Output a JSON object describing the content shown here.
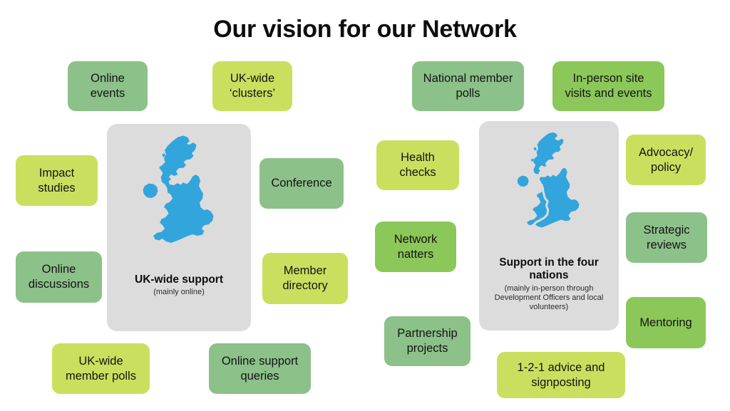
{
  "slide": {
    "title": "Our vision for our Network",
    "background": "#ffffff"
  },
  "colors": {
    "sage_green": "#8cc189",
    "apple_green": "#8cc759",
    "lime_green": "#cbdf5f",
    "panel_grey": "#dcdcdc",
    "map_blue": "#33a5dd",
    "text_dark": "#141414"
  },
  "hubs": [
    {
      "id": "uk-wide-support",
      "title": "UK-wide support",
      "subtitle": "(mainly online)",
      "map": "uk-outline-solid"
    },
    {
      "id": "four-nations-support",
      "title": "Support in the four nations",
      "subtitle": "(mainly in-person through Development Officers and local volunteers)",
      "map": "uk-outline-four-nations"
    }
  ],
  "left_group": {
    "chips": [
      {
        "label": "Online events",
        "color": "sage_green"
      },
      {
        "label": "UK-wide ‘clusters’",
        "color": "lime_green"
      },
      {
        "label": "Impact studies",
        "color": "lime_green"
      },
      {
        "label": "Conference",
        "color": "sage_green"
      },
      {
        "label": "Online discussions",
        "color": "sage_green"
      },
      {
        "label": "Member directory",
        "color": "lime_green"
      },
      {
        "label": "UK-wide member polls",
        "color": "lime_green"
      },
      {
        "label": "Online support queries",
        "color": "sage_green"
      }
    ]
  },
  "right_group": {
    "chips": [
      {
        "label": "National member polls",
        "color": "sage_green"
      },
      {
        "label": "In-person site visits and events",
        "color": "apple_green"
      },
      {
        "label": "Health checks",
        "color": "lime_green"
      },
      {
        "label": "Advocacy/ policy",
        "color": "lime_green"
      },
      {
        "label": "Network natters",
        "color": "apple_green"
      },
      {
        "label": "Strategic reviews",
        "color": "sage_green"
      },
      {
        "label": "Partnership projects",
        "color": "sage_green"
      },
      {
        "label": "Mentoring",
        "color": "apple_green"
      },
      {
        "label": "1-2-1 advice and signposting",
        "color": "lime_green"
      }
    ]
  }
}
